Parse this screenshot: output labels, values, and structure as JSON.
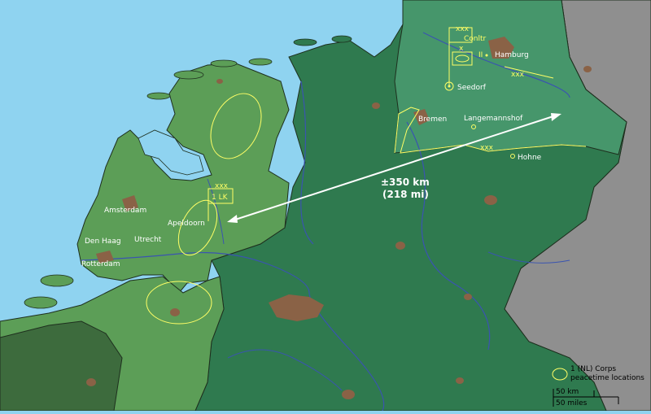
{
  "colors": {
    "sea": "#8fd3f0",
    "netherlands": "#5c9e57",
    "germany": "#2f7a4f",
    "corps_area": "#46966b",
    "belgium_lux": "#5c9e57",
    "foreign_grey": "#8f8f8f",
    "south_west_land": "#3d6b3d",
    "cities": "#8a6246",
    "rivers": "#3a54b0",
    "borders": "#1e2f1e",
    "overlay": "#ffff66",
    "arrow": "#ffffff"
  },
  "labels": {
    "amsterdam": "Amsterdam",
    "den_haag": "Den Haag",
    "utrecht": "Utrecht",
    "apeldoorn": "Apeldoorn",
    "rotterdam": "Rotterdam",
    "hamburg": "Hamburg",
    "bremen": "Bremen",
    "seedorf": "Seedorf",
    "langemannshof": "Langemannshof",
    "hohne": "Hohne"
  },
  "military": {
    "corps_1lk": "1 LK",
    "commander": "Conltr",
    "corps_echelon": "xxx",
    "division_echelon": "x",
    "brigade_echelon": "II"
  },
  "distance": {
    "km": "±350 km",
    "mi": "(218 mi)"
  },
  "legend": {
    "line1": "1 (NL) Corps",
    "line2": "peacetime locations"
  },
  "scale": {
    "km": "50 km",
    "miles": "50 miles"
  }
}
